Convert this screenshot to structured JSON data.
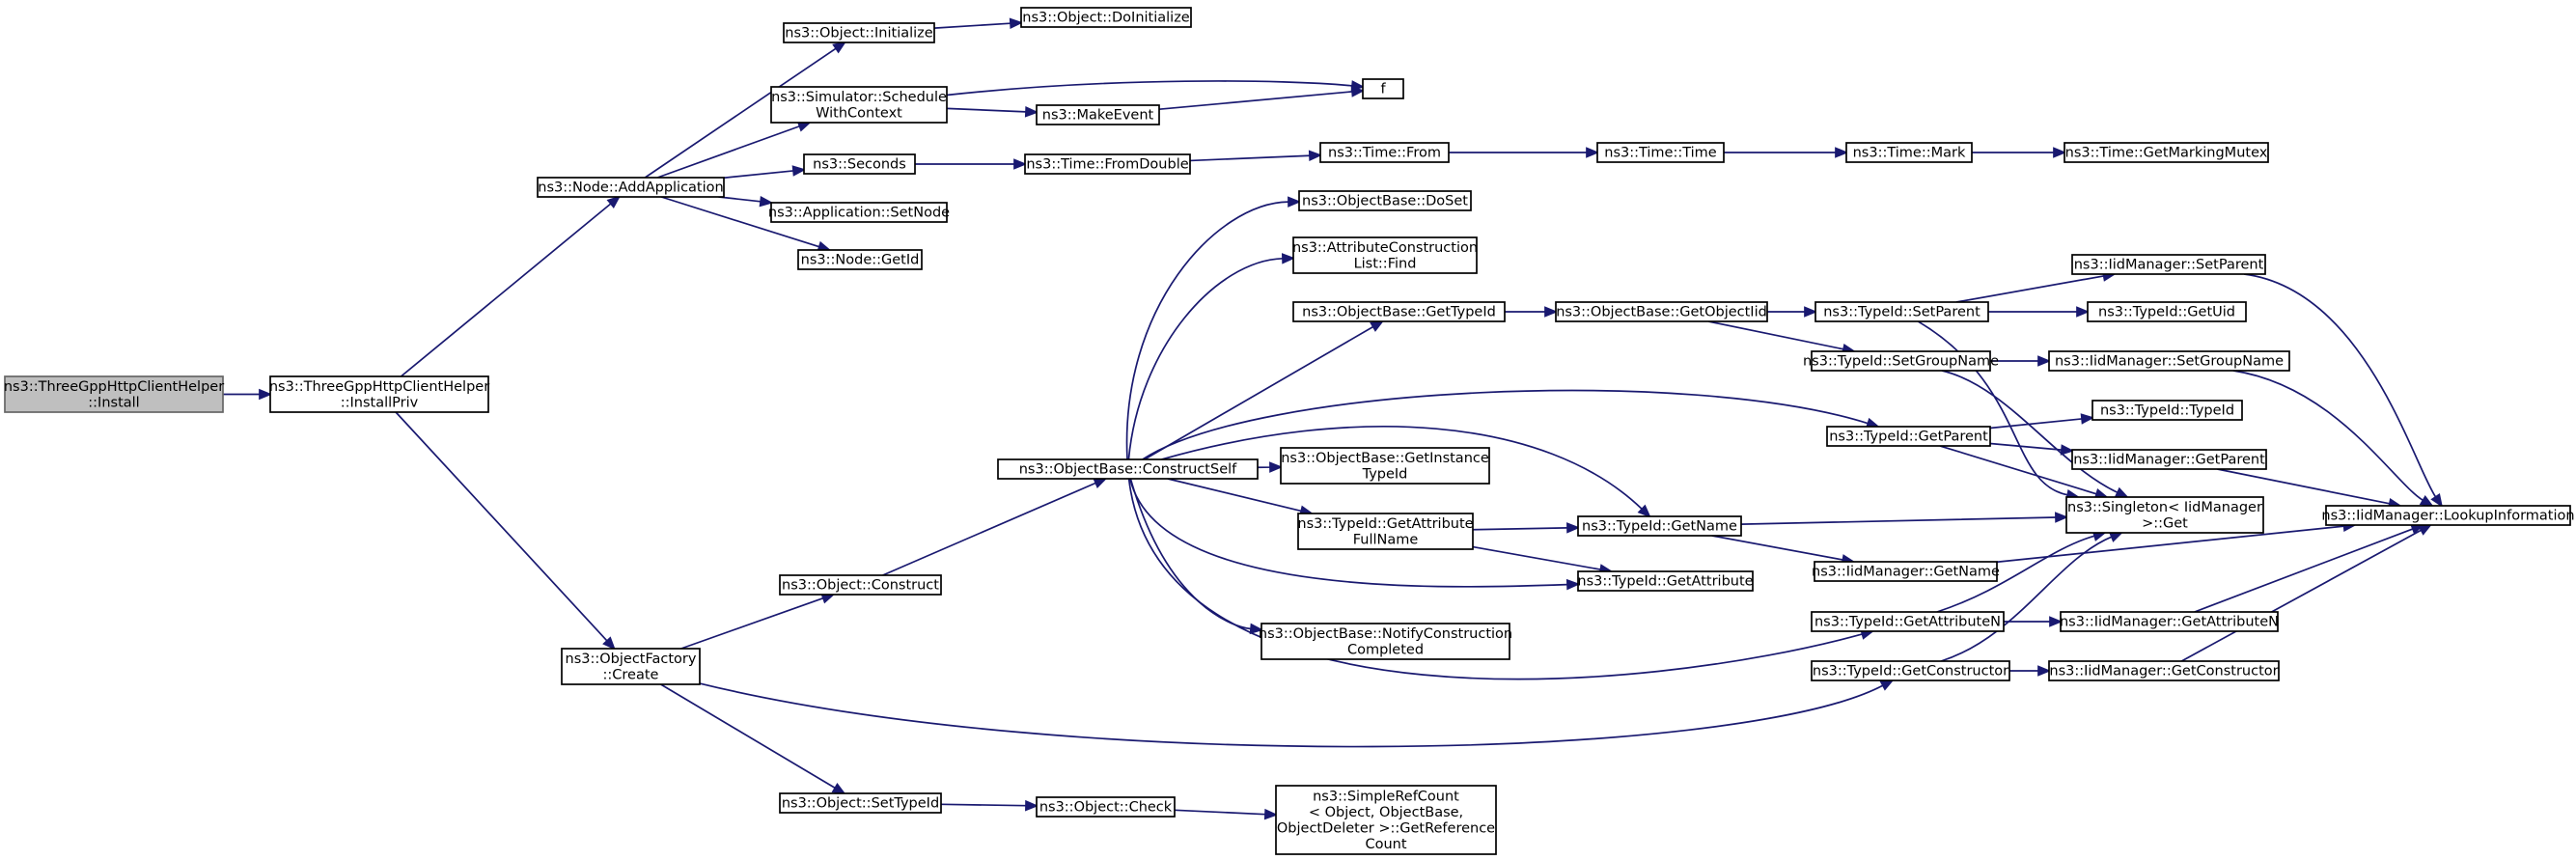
{
  "title": "",
  "colors": {
    "edge": "#191970",
    "root_fill": "#bfbfbf",
    "root_stroke": "#666666",
    "node_fill": "#ffffff",
    "node_stroke": "#000000"
  },
  "nodes": [
    {
      "id": "install",
      "lines": [
        "ns3::ThreeGppHttpClientHelper",
        "::Install"
      ],
      "root": true
    },
    {
      "id": "installpriv",
      "lines": [
        "ns3::ThreeGppHttpClientHelper",
        "::InstallPriv"
      ]
    },
    {
      "id": "addapp",
      "lines": [
        "ns3::Node::AddApplication"
      ]
    },
    {
      "id": "objfactory",
      "lines": [
        "ns3::ObjectFactory",
        "::Create"
      ]
    },
    {
      "id": "objinit",
      "lines": [
        "ns3::Object::Initialize"
      ]
    },
    {
      "id": "schedwctx",
      "lines": [
        "ns3::Simulator::Schedule",
        "WithContext"
      ]
    },
    {
      "id": "seconds",
      "lines": [
        "ns3::Seconds"
      ]
    },
    {
      "id": "appsetnode",
      "lines": [
        "ns3::Application::SetNode"
      ]
    },
    {
      "id": "nodegetid",
      "lines": [
        "ns3::Node::GetId"
      ]
    },
    {
      "id": "doinit",
      "lines": [
        "ns3::Object::DoInitialize"
      ]
    },
    {
      "id": "f",
      "lines": [
        "f"
      ]
    },
    {
      "id": "makeevent",
      "lines": [
        "ns3::MakeEvent"
      ]
    },
    {
      "id": "fromdouble",
      "lines": [
        "ns3::Time::FromDouble"
      ]
    },
    {
      "id": "timefrom",
      "lines": [
        "ns3::Time::From"
      ]
    },
    {
      "id": "timetime",
      "lines": [
        "ns3::Time::Time"
      ]
    },
    {
      "id": "timemark",
      "lines": [
        "ns3::Time::Mark"
      ]
    },
    {
      "id": "getmarkingmutex",
      "lines": [
        "ns3::Time::GetMarkingMutex"
      ]
    },
    {
      "id": "objconstruct",
      "lines": [
        "ns3::Object::Construct"
      ]
    },
    {
      "id": "settypeid",
      "lines": [
        "ns3::Object::SetTypeId"
      ]
    },
    {
      "id": "objcheck",
      "lines": [
        "ns3::Object::Check"
      ]
    },
    {
      "id": "getrefcount",
      "lines": [
        "ns3::SimpleRefCount",
        "< Object, ObjectBase,",
        "ObjectDeleter >::GetReference",
        "Count"
      ]
    },
    {
      "id": "constructself",
      "lines": [
        "ns3::ObjectBase::ConstructSelf"
      ]
    },
    {
      "id": "doset",
      "lines": [
        "ns3::ObjectBase::DoSet"
      ]
    },
    {
      "id": "attrfind",
      "lines": [
        "ns3::AttributeConstruction",
        "List::Find"
      ]
    },
    {
      "id": "obgettypeid",
      "lines": [
        "ns3::ObjectBase::GetTypeId"
      ]
    },
    {
      "id": "getinstancetypeid",
      "lines": [
        "ns3::ObjectBase::GetInstance",
        "TypeId"
      ]
    },
    {
      "id": "getattrfullname",
      "lines": [
        "ns3::TypeId::GetAttribute",
        "FullName"
      ]
    },
    {
      "id": "notifyconstruction",
      "lines": [
        "ns3::ObjectBase::NotifyConstruction",
        "Completed"
      ]
    },
    {
      "id": "getobjectiid",
      "lines": [
        "ns3::ObjectBase::GetObjectIid"
      ]
    },
    {
      "id": "tidgetname",
      "lines": [
        "ns3::TypeId::GetName"
      ]
    },
    {
      "id": "tidgetattribute",
      "lines": [
        "ns3::TypeId::GetAttribute"
      ]
    },
    {
      "id": "tidsetparent",
      "lines": [
        "ns3::TypeId::SetParent"
      ]
    },
    {
      "id": "tidsetgroupname",
      "lines": [
        "ns3::TypeId::SetGroupName"
      ]
    },
    {
      "id": "tidgetparent",
      "lines": [
        "ns3::TypeId::GetParent"
      ]
    },
    {
      "id": "iidgetname",
      "lines": [
        "ns3::IidManager::GetName"
      ]
    },
    {
      "id": "tidgetattributen",
      "lines": [
        "ns3::TypeId::GetAttributeN"
      ]
    },
    {
      "id": "tidgetconstructor",
      "lines": [
        "ns3::TypeId::GetConstructor"
      ]
    },
    {
      "id": "iidsetparent",
      "lines": [
        "ns3::IidManager::SetParent"
      ]
    },
    {
      "id": "tidgetuid",
      "lines": [
        "ns3::TypeId::GetUid"
      ]
    },
    {
      "id": "iidsetgroupname",
      "lines": [
        "ns3::IidManager::SetGroupName"
      ]
    },
    {
      "id": "tidtypeid",
      "lines": [
        "ns3::TypeId::TypeId"
      ]
    },
    {
      "id": "iidgetparent",
      "lines": [
        "ns3::IidManager::GetParent"
      ]
    },
    {
      "id": "singletonget",
      "lines": [
        "ns3::Singleton< IidManager",
        " >::Get"
      ]
    },
    {
      "id": "iidgetattributen",
      "lines": [
        "ns3::IidManager::GetAttributeN"
      ]
    },
    {
      "id": "iidgetconstructor",
      "lines": [
        "ns3::IidManager::GetConstructor"
      ]
    },
    {
      "id": "lookupinfo",
      "lines": [
        "ns3::IidManager::LookupInformation"
      ]
    }
  ],
  "edges": [
    [
      "install",
      "installpriv"
    ],
    [
      "installpriv",
      "addapp"
    ],
    [
      "installpriv",
      "objfactory"
    ],
    [
      "addapp",
      "objinit"
    ],
    [
      "addapp",
      "schedwctx"
    ],
    [
      "addapp",
      "seconds"
    ],
    [
      "addapp",
      "appsetnode"
    ],
    [
      "addapp",
      "nodegetid"
    ],
    [
      "objinit",
      "doinit"
    ],
    [
      "schedwctx",
      "f"
    ],
    [
      "schedwctx",
      "makeevent"
    ],
    [
      "makeevent",
      "f"
    ],
    [
      "seconds",
      "fromdouble"
    ],
    [
      "fromdouble",
      "timefrom"
    ],
    [
      "timefrom",
      "timetime"
    ],
    [
      "timetime",
      "timemark"
    ],
    [
      "timemark",
      "getmarkingmutex"
    ],
    [
      "objfactory",
      "objconstruct"
    ],
    [
      "objfactory",
      "tidgetconstructor"
    ],
    [
      "objfactory",
      "settypeid"
    ],
    [
      "settypeid",
      "objcheck"
    ],
    [
      "objcheck",
      "getrefcount"
    ],
    [
      "objconstruct",
      "constructself"
    ],
    [
      "constructself",
      "doset"
    ],
    [
      "constructself",
      "attrfind"
    ],
    [
      "constructself",
      "obgettypeid"
    ],
    [
      "constructself",
      "tidgetparent"
    ],
    [
      "constructself",
      "tidgetname"
    ],
    [
      "constructself",
      "getinstancetypeid"
    ],
    [
      "constructself",
      "getattrfullname"
    ],
    [
      "constructself",
      "tidgetattribute"
    ],
    [
      "constructself",
      "notifyconstruction"
    ],
    [
      "constructself",
      "tidgetattributen"
    ],
    [
      "obgettypeid",
      "getobjectiid"
    ],
    [
      "getobjectiid",
      "tidsetparent"
    ],
    [
      "getobjectiid",
      "tidsetgroupname"
    ],
    [
      "getattrfullname",
      "tidgetname"
    ],
    [
      "getattrfullname",
      "tidgetattribute"
    ],
    [
      "tidgetname",
      "singletonget"
    ],
    [
      "tidgetname",
      "iidgetname"
    ],
    [
      "tidsetparent",
      "iidsetparent"
    ],
    [
      "tidsetparent",
      "tidgetuid"
    ],
    [
      "tidsetparent",
      "singletonget"
    ],
    [
      "tidsetgroupname",
      "iidsetgroupname"
    ],
    [
      "tidsetgroupname",
      "singletonget"
    ],
    [
      "tidgetparent",
      "tidtypeid"
    ],
    [
      "tidgetparent",
      "iidgetparent"
    ],
    [
      "tidgetparent",
      "singletonget"
    ],
    [
      "tidgetattributen",
      "singletonget"
    ],
    [
      "tidgetattributen",
      "iidgetattributen"
    ],
    [
      "tidgetconstructor",
      "singletonget"
    ],
    [
      "tidgetconstructor",
      "iidgetconstructor"
    ],
    [
      "iidsetparent",
      "lookupinfo"
    ],
    [
      "iidsetgroupname",
      "lookupinfo"
    ],
    [
      "iidgetparent",
      "lookupinfo"
    ],
    [
      "iidgetname",
      "lookupinfo"
    ],
    [
      "iidgetattributen",
      "lookupinfo"
    ],
    [
      "iidgetconstructor",
      "lookupinfo"
    ]
  ]
}
